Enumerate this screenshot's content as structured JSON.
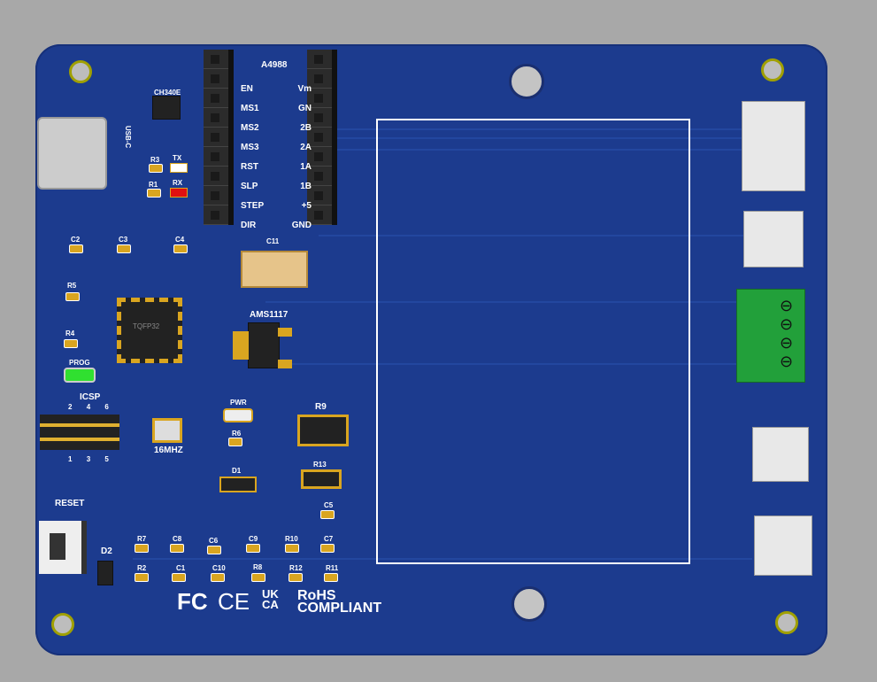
{
  "board": {
    "driver": "A4988",
    "left_pins": [
      "EN",
      "MS1",
      "MS2",
      "MS3",
      "RST",
      "SLP",
      "STEP",
      "DIR"
    ],
    "right_pins": [
      "Vm",
      "GN",
      "2B",
      "2A",
      "1A",
      "1B",
      "+5",
      "GND"
    ],
    "usb": "USB-C",
    "usb_chip": "CH340E",
    "mcu": "TQFP32",
    "regulator": "AMS1117",
    "crystal": "16MHZ",
    "icsp": "ICSP",
    "icsp_top": [
      "2",
      "4",
      "6"
    ],
    "icsp_bottom": [
      "1",
      "3",
      "5"
    ],
    "reset": "RESET",
    "leds": {
      "tx": "TX",
      "rx": "RX",
      "prog": "PROG",
      "pwr": "PWR"
    },
    "refs": {
      "R1": "R1",
      "R2": "R2",
      "R3": "R3",
      "R4": "R4",
      "R5": "R5",
      "R6": "R6",
      "R7": "R7",
      "R8": "R8",
      "R9": "R9",
      "R10": "R10",
      "R11": "R11",
      "R12": "R12",
      "R13": "R13",
      "C1": "C1",
      "C2": "C2",
      "C3": "C3",
      "C4": "C4",
      "C5": "C5",
      "C6": "C6",
      "C7": "C7",
      "C8": "C8",
      "C9": "C9",
      "C10": "C10",
      "C11": "C11",
      "D1": "D1",
      "D2": "D2"
    },
    "marks": [
      "FC",
      "CE",
      "UK CA",
      "RoHS COMPLIANT"
    ]
  },
  "colors": {
    "board": "#1c3b8e",
    "background": "#a8a8a8",
    "terminal": "#22a03a"
  }
}
